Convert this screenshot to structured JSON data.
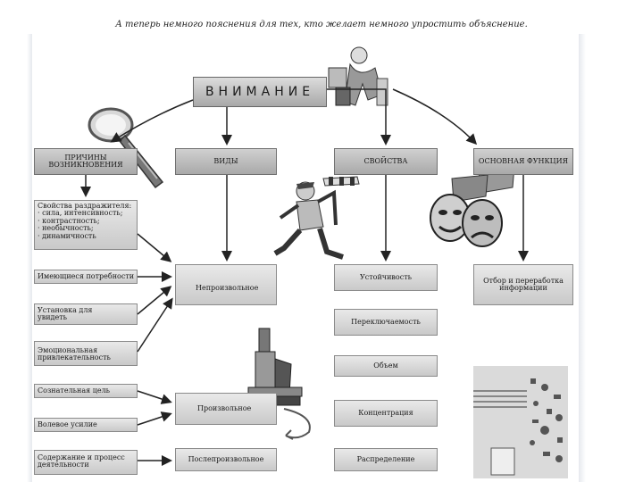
{
  "caption": "А теперь немного пояснения для тех, кто желает немного упростить объяснение.",
  "title": "ВНИМАНИЕ",
  "headers": {
    "causes": "ПРИЧИНЫ ВОЗНИКНОВЕНИЯ",
    "types": "ВИДЫ",
    "properties": "СВОЙСТВА",
    "function": "ОСНОВНАЯ ФУНКЦИЯ"
  },
  "causes": [
    "Свойства раздражителя:\n· сила, интенсивность;\n· контрастность;\n· необычность;\n· динамичность",
    "Имеющиеся потребности",
    "Установка для увидеть",
    "Эмоциональная привлекательность",
    "Сознательная цель",
    "Волевое усилие",
    "Содержание и процесс деятельности"
  ],
  "types": [
    "Непроизвольное",
    "Произвольное",
    "Послепроизвольное"
  ],
  "properties": [
    "Устойчивость",
    "Переключаемость",
    "Объем",
    "Концентрация",
    "Распределение"
  ],
  "function": "Отбор и переработка информации",
  "illustrations": [
    "magnifier-illustration",
    "handyman-illustration",
    "running-man-illustration",
    "theater-masks-illustration",
    "microscope-illustration",
    "data-flow-illustration"
  ]
}
